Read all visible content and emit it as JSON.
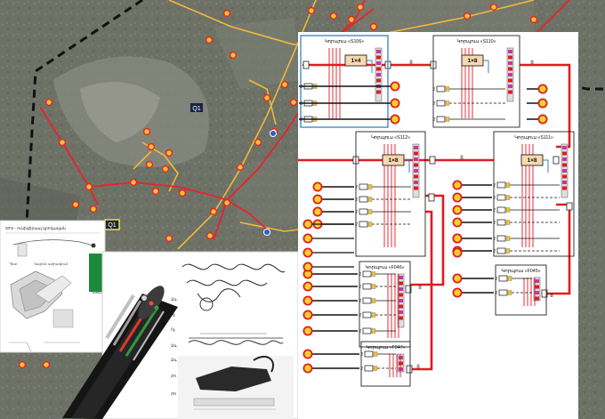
{
  "map": {
    "zone_label_1": "Q1",
    "zone_label_2": "Q1",
    "legend_bkp": "bkp",
    "colors": {
      "route": "#e8232b",
      "roads": "#f4b73a",
      "boundary": "#111111",
      "pole_fill": "#f2c230",
      "pole_ring": "#e8232b"
    }
  },
  "schematic": {
    "boxes": [
      {
        "id": "S106",
        "label": "Կորպուս «S106»",
        "splitter": "1×4"
      },
      {
        "id": "S110",
        "label": "Կորպուս «S110»",
        "splitter": "1×8"
      },
      {
        "id": "S112",
        "label": "Կորպուս «S112»",
        "splitter": "1×8"
      },
      {
        "id": "S111",
        "label": "Կորպուս «S111»",
        "splitter": "1×8"
      },
      {
        "id": "F046",
        "label": "Կորպուս «F046»"
      },
      {
        "id": "F045",
        "label": "Կորպուս «F045»"
      },
      {
        "id": "F047",
        "label": "Կորպուս «F047»"
      }
    ],
    "cable_label": "8",
    "drop_label": "2",
    "colors": {
      "trunk": "#e01b22",
      "drop": "#111111",
      "client_fill": "#f6d22a",
      "client_ring": "#e01b22",
      "frame_blue": "#3a7fc1",
      "splitter_fill": "#f7d9b0"
    }
  },
  "inset_cable": {
    "title": "OFS - ունիվերսալ կրողական",
    "label_1": "Դետ",
    "label_2": "Կայուն ամրակում",
    "side_label": "Կրողական"
  },
  "inset_spiral": {
    "side_labels": [
      "Ձև",
      "Ոչ",
      "Ոչ",
      "Ձև",
      "Ձև",
      "Ժո",
      "Ժո"
    ]
  }
}
